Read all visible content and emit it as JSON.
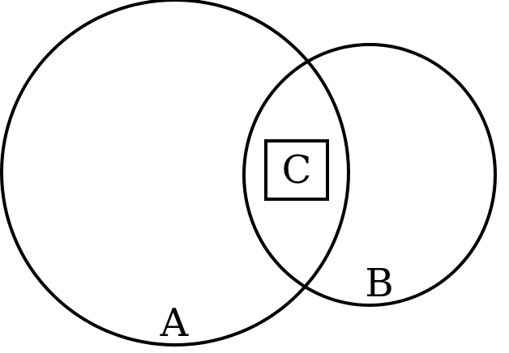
{
  "diagram": {
    "labels": {
      "a": "A",
      "b": "B",
      "c": "C"
    },
    "colors": {
      "stroke": "#000000",
      "background": "#ffffff"
    }
  }
}
